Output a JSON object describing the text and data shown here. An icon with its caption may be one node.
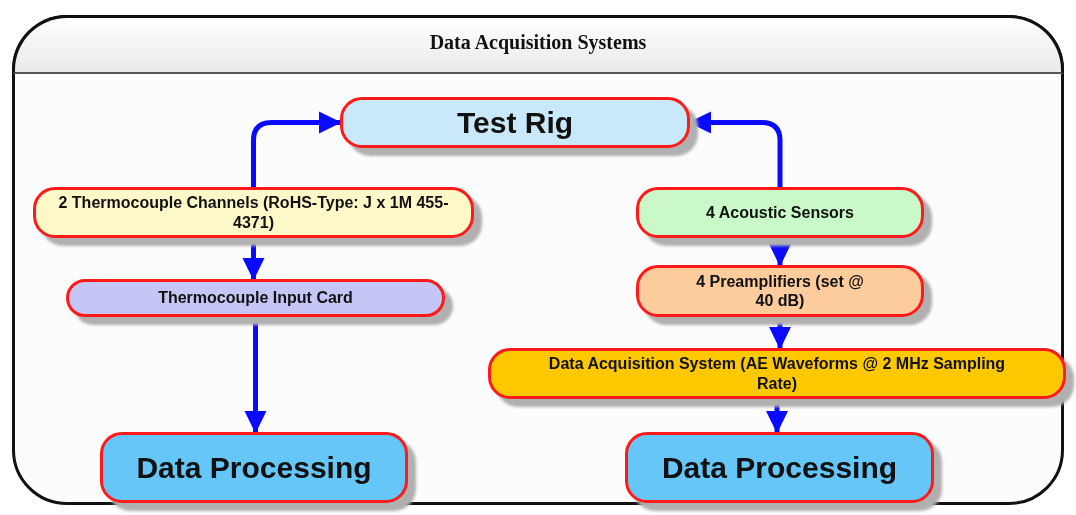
{
  "diagram": {
    "title": "Data Acquisition Systems",
    "nodes": [
      {
        "text": [
          "Test Rig"
        ]
      },
      {
        "text": [
          "2 Thermocouple Channels (RoHS-Type: J x 1M 455-4371)"
        ]
      },
      {
        "text": [
          "Thermocouple Input Card"
        ]
      },
      {
        "text": [
          "Data Processing"
        ]
      },
      {
        "text": [
          "4 Acoustic Sensors"
        ]
      },
      {
        "text": [
          "4 Preamplifiers (set @ 40 dB)"
        ]
      },
      {
        "text": [
          "Data Acquisition System (AE Waveforms @ 2 MHz Sampling Rate)"
        ]
      },
      {
        "text": [
          "Data Processing"
        ]
      }
    ],
    "edges": [
      {
        "from": 1,
        "to": 0,
        "arrow": "to"
      },
      {
        "from": 1,
        "to": 2,
        "arrow": "to"
      },
      {
        "from": 2,
        "to": 3,
        "arrow": "to"
      },
      {
        "from": 4,
        "to": 0,
        "arrow": "to"
      },
      {
        "from": 4,
        "to": 5,
        "arrow": "to"
      },
      {
        "from": 5,
        "to": 6,
        "arrow": "to"
      },
      {
        "from": 6,
        "to": 7,
        "arrow": "to"
      }
    ]
  }
}
